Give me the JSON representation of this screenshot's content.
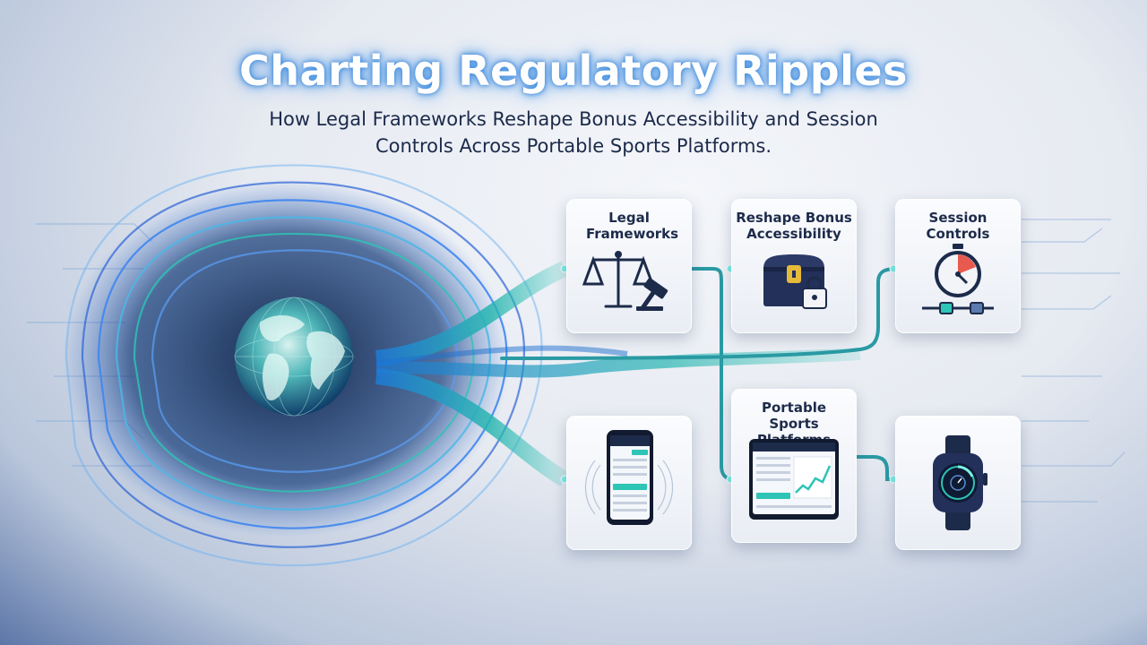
{
  "header": {
    "title": "Charting Regulatory Ripples",
    "subtitle": "How Legal Frameworks Reshape Bonus Accessibility and Session Controls Across Portable Sports Platforms."
  },
  "cards": {
    "legal": {
      "label": "Legal Frameworks",
      "icon": "scales-gavel-icon"
    },
    "bonus": {
      "label": "Reshape Bonus Accessibility",
      "icon": "locked-chest-icon"
    },
    "session": {
      "label": "Session Controls",
      "icon": "stopwatch-icon"
    },
    "mobile": {
      "label": "",
      "icon": "smartphone-icon"
    },
    "platforms": {
      "label": "Portable Sports Platforms",
      "icon": "tablet-dashboard-icon"
    },
    "watch": {
      "label": "",
      "icon": "smartwatch-icon"
    }
  },
  "colors": {
    "accent_teal": "#2ec4b6",
    "accent_blue": "#2f6fe0",
    "navy": "#1d2b4a"
  }
}
